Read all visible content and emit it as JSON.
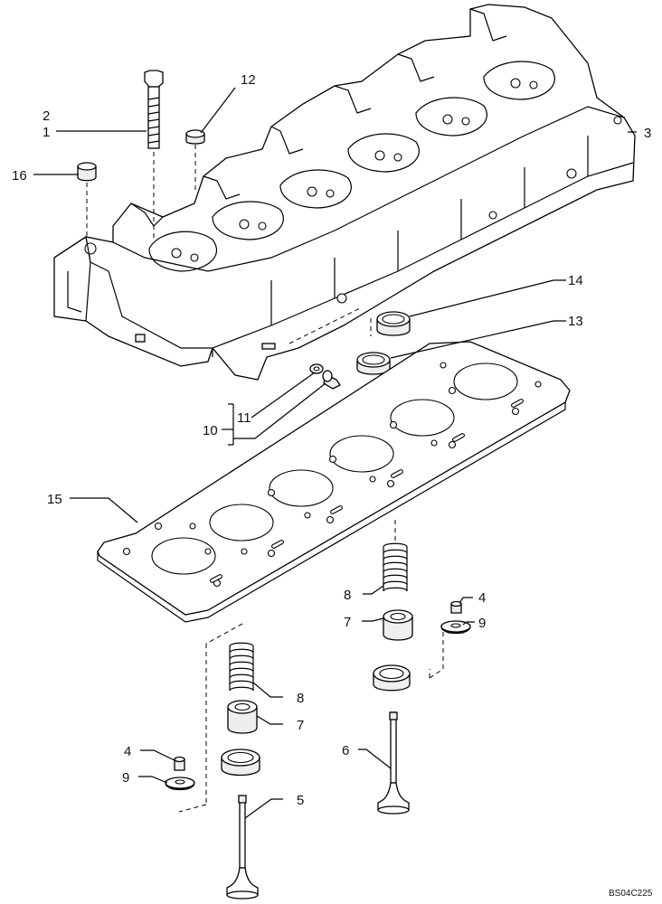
{
  "figure_code": "BS04C225",
  "callouts": {
    "c1": "1",
    "c2": "2",
    "c3": "3",
    "c4a": "4",
    "c4b": "4",
    "c5": "5",
    "c6": "6",
    "c7a": "7",
    "c7b": "7",
    "c8a": "8",
    "c8b": "8",
    "c9a": "9",
    "c9b": "9",
    "c10": "10",
    "c11": "11",
    "c12": "12",
    "c13": "13",
    "c14": "14",
    "c15": "15",
    "c16": "16"
  }
}
